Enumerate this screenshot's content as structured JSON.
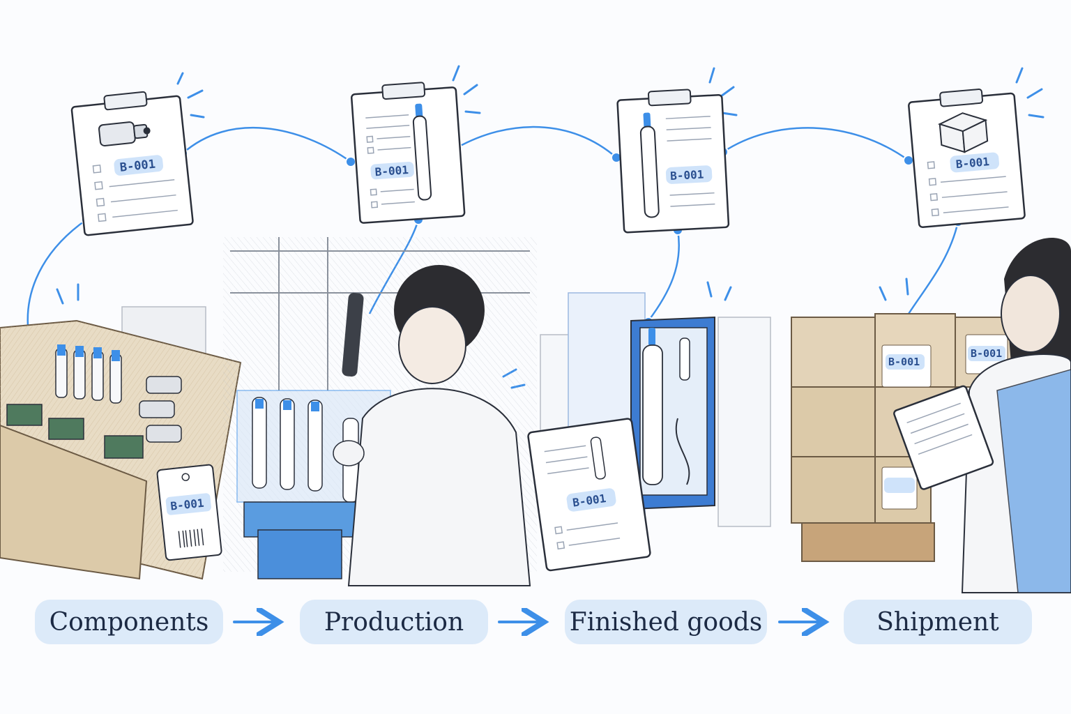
{
  "batch_code": "B-001",
  "colors": {
    "accent": "#3d8fe8",
    "ink": "#1c2a44",
    "highlight": "#cfe3fa",
    "cardboard": "#e3d3b8"
  },
  "stages": [
    {
      "id": "components",
      "label": "Components",
      "icon": "component-parts-icon"
    },
    {
      "id": "production",
      "label": "Production",
      "icon": "toothbrush-icon"
    },
    {
      "id": "finished",
      "label": "Finished goods",
      "icon": "toothbrush-icon"
    },
    {
      "id": "shipment",
      "label": "Shipment",
      "icon": "box-icon"
    }
  ]
}
